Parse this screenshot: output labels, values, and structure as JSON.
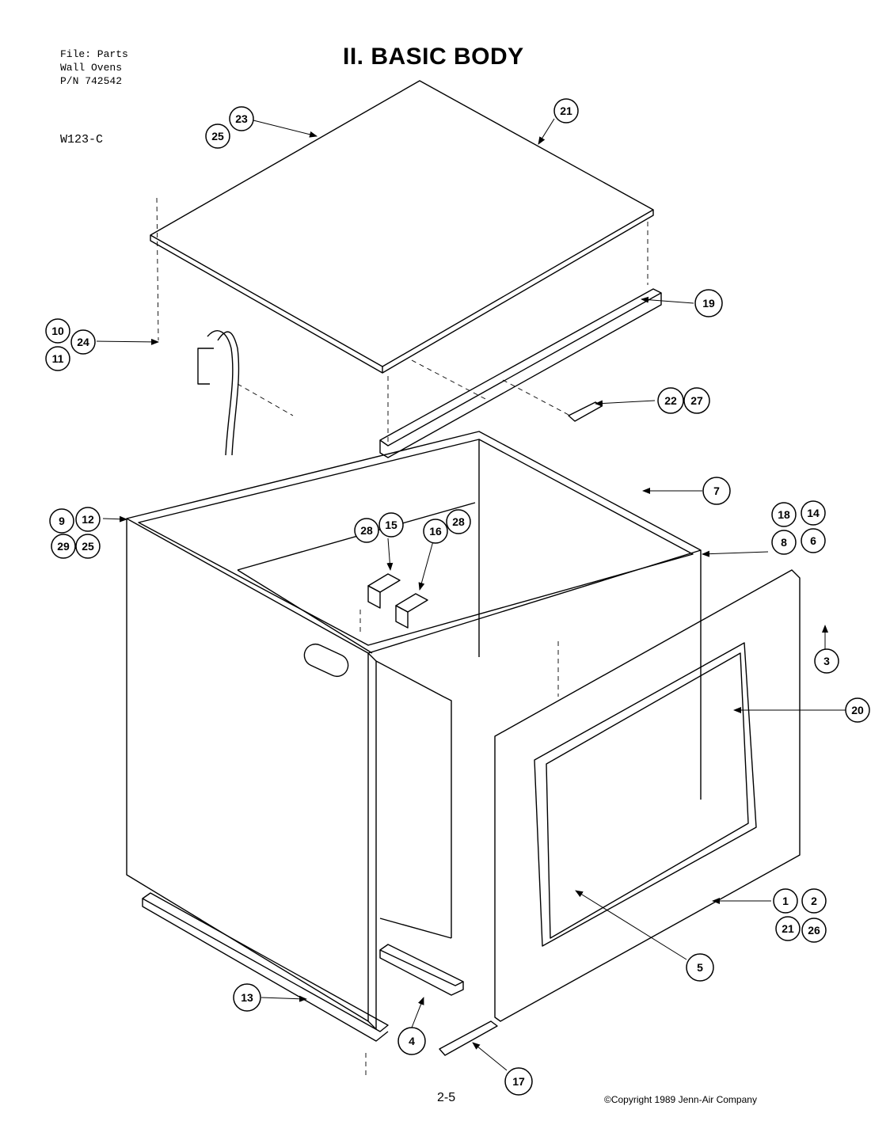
{
  "header": {
    "file_line": "File: Parts",
    "product_line": "Wall Ovens",
    "part_number_line": "P/N 742542",
    "model": "W123-C"
  },
  "title": "II. BASIC BODY",
  "footer": {
    "page_number": "2-5",
    "copyright": "©Copyright 1989 Jenn-Air Company"
  },
  "callouts": [
    "23",
    "25",
    "21",
    "19",
    "10",
    "24",
    "11",
    "22",
    "27",
    "7",
    "9",
    "12",
    "29",
    "25",
    "28",
    "15",
    "16",
    "28",
    "18",
    "14",
    "8",
    "6",
    "3",
    "20",
    "1",
    "2",
    "21",
    "26",
    "5",
    "13",
    "4",
    "17"
  ]
}
